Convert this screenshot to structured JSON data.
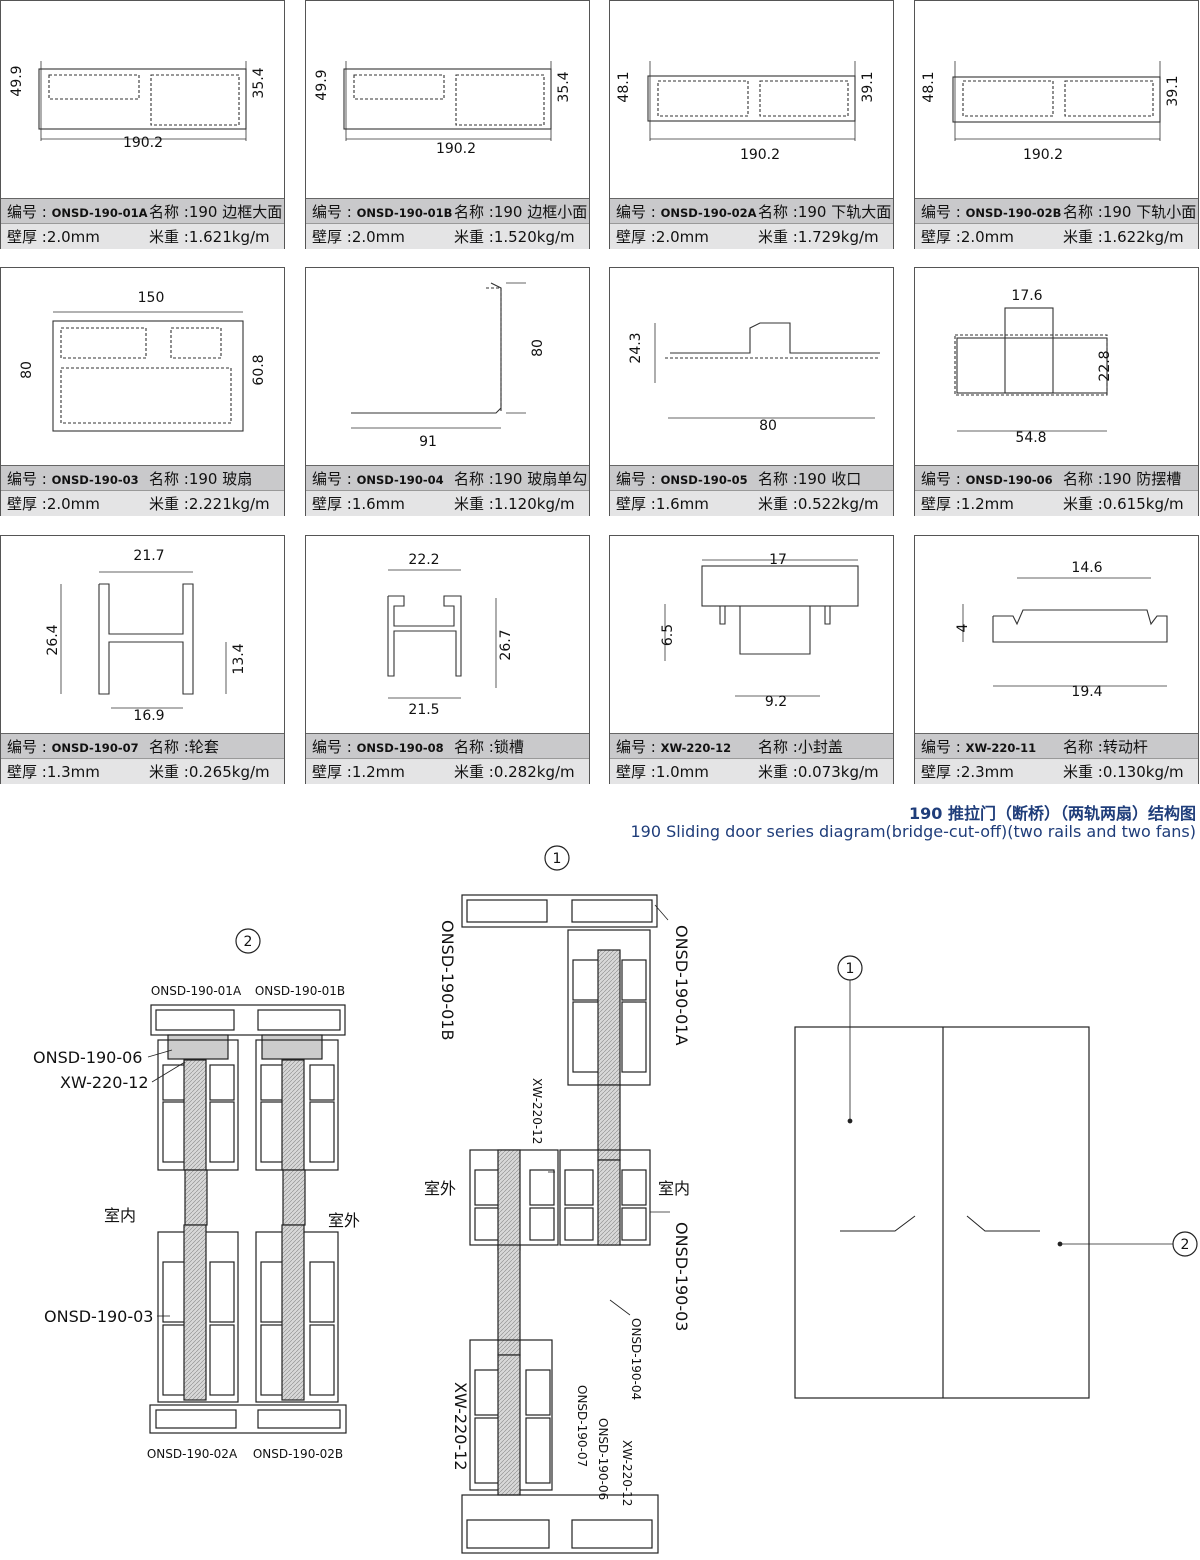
{
  "labels": {
    "code_prefix": "编号 : ",
    "name_prefix": "名称 :",
    "wall_prefix": "壁厚 :",
    "weight_prefix": "米重 :"
  },
  "cards": [
    {
      "code": "ONSD-190-01A",
      "name": "190 边框大面",
      "wall": "2.0mm",
      "weight": "1.621kg/m",
      "dims": [
        "49.9",
        "35.4",
        "190.2"
      ]
    },
    {
      "code": "ONSD-190-01B",
      "name": "190 边框小面",
      "wall": "2.0mm",
      "weight": "1.520kg/m",
      "dims": [
        "49.9",
        "35.4",
        "190.2"
      ]
    },
    {
      "code": "ONSD-190-02A",
      "name": "190 下轨大面",
      "wall": "2.0mm",
      "weight": "1.729kg/m",
      "dims": [
        "48.1",
        "39.1",
        "190.2"
      ]
    },
    {
      "code": "ONSD-190-02B",
      "name": "190 下轨小面",
      "wall": "2.0mm",
      "weight": "1.622kg/m",
      "dims": [
        "48.1",
        "39.1",
        "190.2"
      ]
    },
    {
      "code": "ONSD-190-03",
      "name": "190 玻扇",
      "wall": "2.0mm",
      "weight": "2.221kg/m",
      "dims": [
        "150",
        "80",
        "60.8"
      ]
    },
    {
      "code": "ONSD-190-04",
      "name": "190 玻扇单勾",
      "wall": "1.6mm",
      "weight": "1.120kg/m",
      "dims": [
        "80",
        "91"
      ]
    },
    {
      "code": "ONSD-190-05",
      "name": "190 收口",
      "wall": "1.6mm",
      "weight": "0.522kg/m",
      "dims": [
        "24.3",
        "80"
      ]
    },
    {
      "code": "ONSD-190-06",
      "name": "190 防摆槽",
      "wall": "1.2mm",
      "weight": "0.615kg/m",
      "dims": [
        "17.6",
        "22.8",
        "54.8"
      ]
    },
    {
      "code": "ONSD-190-07",
      "name": "轮套",
      "wall": "1.3mm",
      "weight": "0.265kg/m",
      "dims": [
        "21.7",
        "26.4",
        "13.4",
        "16.9"
      ]
    },
    {
      "code": "ONSD-190-08",
      "name": "锁槽",
      "wall": "1.2mm",
      "weight": "0.282kg/m",
      "dims": [
        "22.2",
        "26.7",
        "21.5"
      ]
    },
    {
      "code": "XW-220-12",
      "name": "小封盖",
      "wall": "1.0mm",
      "weight": "0.073kg/m",
      "dims": [
        "17",
        "6.5",
        "9.2"
      ]
    },
    {
      "code": "XW-220-11",
      "name": "转动杆",
      "wall": "2.3mm",
      "weight": "0.130kg/m",
      "dims": [
        "14.6",
        "4",
        "19.4"
      ]
    }
  ],
  "section": {
    "title_cn": "190 推拉门（断桥）（两轨两扇）结构图",
    "title_en": "190 Sliding door series diagram(bridge-cut-off)(two rails and two fans)"
  },
  "diagram2": {
    "marker": "2",
    "top_left": "ONSD-190-01A",
    "top_right": "ONSD-190-01B",
    "callout_a": "ONSD-190-06",
    "callout_b": "XW-220-12",
    "inside": "室内",
    "outside": "室外",
    "sash": "ONSD-190-03",
    "bottom_left": "ONSD-190-02A",
    "bottom_right": "ONSD-190-02B"
  },
  "diagram1": {
    "marker": "1",
    "left_top": "ONSD-190-01B",
    "right_top": "ONSD-190-01A",
    "xw_a": "XW-220-12",
    "outside": "室外",
    "inside": "室内",
    "sash": "ONSD-190-03",
    "hook": "ONSD-190-04",
    "xw_b": "XW-220-12",
    "p07": "ONSD-190-07",
    "p06": "ONSD-190-06",
    "xw_c": "XW-220-12"
  },
  "elevation": {
    "marker1": "1",
    "marker2": "2"
  }
}
